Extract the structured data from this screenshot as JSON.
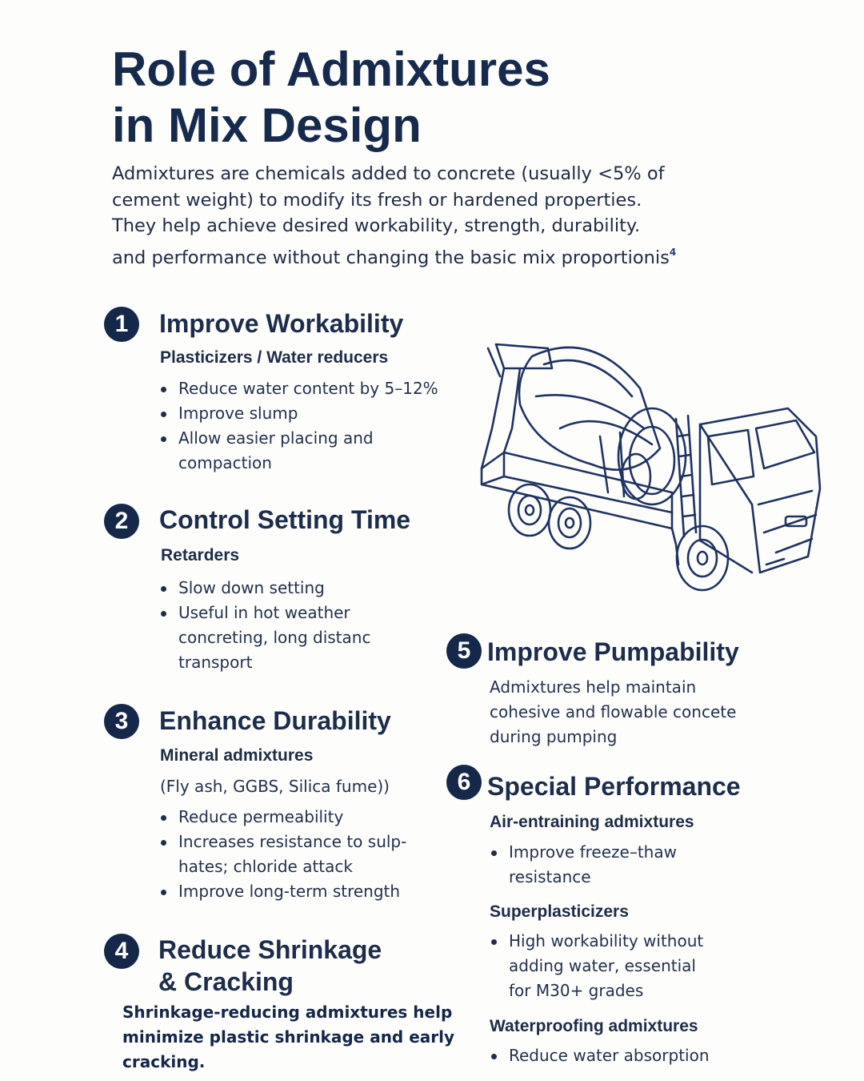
{
  "title": {
    "line1": "Role of Admixtures",
    "line2": "in Mix Design"
  },
  "intro": {
    "lines": [
      "Admixtures are chemicals added to concrete (usually <5% of",
      "cement weight) to modify its fresh or hardened properties.",
      "They help achieve desired workability, strength, durability.",
      "and performance without changing the basic mix proportionis"
    ],
    "footnote": "4"
  },
  "sections": [
    {
      "number": "1",
      "heading": "Improve Workability",
      "subheading": "Plasticizers / Water reducers",
      "bullets": [
        [
          "Reduce water content by 5–12%"
        ],
        [
          "Improve slump"
        ],
        [
          "Allow easier placing and",
          "compaction"
        ]
      ]
    },
    {
      "number": "2",
      "heading": "Control Setting Time",
      "subheading": "Retarders",
      "bullets": [
        [
          "Slow down setting"
        ],
        [
          "Useful in hot weather",
          "concreting, long distanc",
          "transport"
        ]
      ]
    },
    {
      "number": "3",
      "heading": "Enhance Durability",
      "subheading": "Mineral admixtures",
      "note": "(Fly ash, GGBS, Silica fume))",
      "bullets": [
        [
          "Reduce permeability"
        ],
        [
          "Increases resistance to sulp-",
          "hates; chloride attack"
        ],
        [
          "Improve long-term strength"
        ]
      ]
    },
    {
      "number": "4",
      "heading_lines": [
        "Reduce Shrinkage",
        "& Cracking"
      ],
      "body_lines": [
        "Shrinkage-reducing admixtures help",
        "minimize plastic shrinkage and early",
        "cracking."
      ]
    },
    {
      "number": "5",
      "heading": "Improve Pumpability",
      "body_lines": [
        "Admixtures help maintain",
        "cohesive and flowable concete",
        "during pumping"
      ]
    },
    {
      "number": "6",
      "heading": "Special Performance",
      "groups": [
        {
          "subheading": "Air-entraining admixtures",
          "bullets": [
            [
              "Improve freeze–thaw",
              "resistance"
            ]
          ]
        },
        {
          "subheading": "Superplasticizers",
          "bullets": [
            [
              "High workability without",
              "adding water, essential",
              "for M30+ grades"
            ]
          ]
        },
        {
          "subheading": "Waterproofing admixtures",
          "bullets": [
            [
              "Reduce water absorption"
            ]
          ]
        }
      ]
    }
  ],
  "illustration": {
    "icon": "concrete-mixer-truck-icon"
  },
  "colors": {
    "navy": "#15284a",
    "text": "#23314c",
    "background": "#fdfdfc"
  }
}
